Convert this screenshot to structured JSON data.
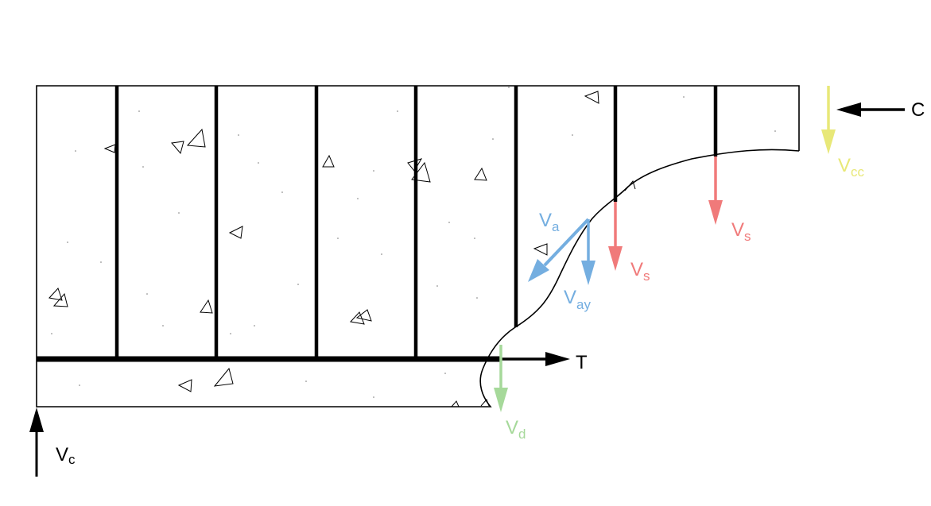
{
  "colors": {
    "outline": "#000000",
    "stirrup_force": "#f07a7a",
    "aggregate_force": "#74aee0",
    "dowel_force": "#a6d99a",
    "compression_zone_force": "#e8e878"
  },
  "labels": {
    "compression": {
      "main": "C",
      "sub": ""
    },
    "tension": {
      "main": "T",
      "sub": ""
    },
    "support_shear": {
      "main": "V",
      "sub": "c"
    },
    "compression_zone_shear": {
      "main": "V",
      "sub": "cc"
    },
    "stirrup_shear_1": {
      "main": "V",
      "sub": "s"
    },
    "stirrup_shear_2": {
      "main": "V",
      "sub": "s"
    },
    "aggregate_interlock": {
      "main": "V",
      "sub": "a"
    },
    "aggregate_vertical": {
      "main": "V",
      "sub": "ay"
    },
    "dowel_action": {
      "main": "V",
      "sub": "d"
    }
  }
}
